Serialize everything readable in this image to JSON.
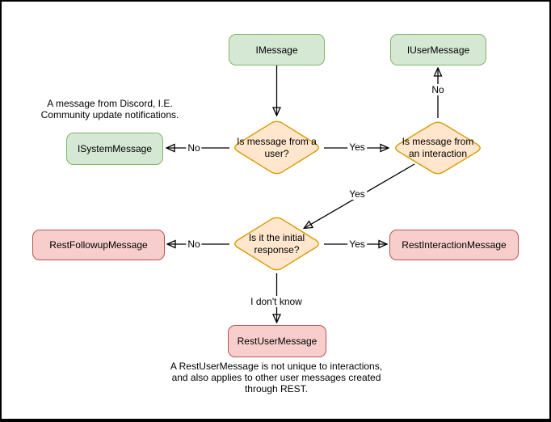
{
  "diagram_type": "flowchart",
  "colors": {
    "canvas_background": "#ffffff",
    "canvas_border": "#000000",
    "class_box_fill": "#d5e8d4",
    "class_box_stroke": "#82b366",
    "decision_fill": "#ffe6cc",
    "decision_stroke": "#d79b00",
    "result_box_fill": "#f8cecc",
    "result_box_stroke": "#b85450",
    "connector": "#000000",
    "text": "#000000"
  },
  "nodes": {
    "imessage": {
      "label": "IMessage",
      "type": "class-box",
      "color": "green"
    },
    "iusermessage": {
      "label": "IUserMessage",
      "type": "class-box",
      "color": "green"
    },
    "isystemmessage": {
      "label": "ISystemMessage",
      "type": "class-box",
      "color": "green"
    },
    "q_is_from_user": {
      "label": "Is message from a user?",
      "type": "decision",
      "color": "orange"
    },
    "q_is_from_interaction": {
      "label": "Is message from an interaction",
      "type": "decision",
      "color": "orange"
    },
    "q_is_initial_response": {
      "label": "Is it the initial response?",
      "type": "decision",
      "color": "orange"
    },
    "restfollowupmessage": {
      "label": "RestFollowupMessage",
      "type": "result-box",
      "color": "red"
    },
    "restinteractionmessage": {
      "label": "RestInteractionMessage",
      "type": "result-box",
      "color": "red"
    },
    "restusermessage": {
      "label": "RestUserMessage",
      "type": "result-box",
      "color": "red"
    }
  },
  "edges": {
    "imessage_to_q_user": {
      "from": "IMessage",
      "to": "Is message from a user?",
      "label": ""
    },
    "q_user_to_isystemmessage": {
      "from": "Is message from a user?",
      "to": "ISystemMessage",
      "label": "No"
    },
    "q_user_to_q_interaction": {
      "from": "Is message from a user?",
      "to": "Is message from an interaction",
      "label": "Yes"
    },
    "q_interaction_to_iusermessage": {
      "from": "Is message from an interaction",
      "to": "IUserMessage",
      "label": "No"
    },
    "q_interaction_to_q_initial": {
      "from": "Is message from an interaction",
      "to": "Is it the initial response?",
      "label": "Yes"
    },
    "q_initial_to_restfollowup": {
      "from": "Is it the initial response?",
      "to": "RestFollowupMessage",
      "label": "No"
    },
    "q_initial_to_restinteraction": {
      "from": "Is it the initial response?",
      "to": "RestInteractionMessage",
      "label": "Yes"
    },
    "q_initial_to_restuser": {
      "from": "Is it the initial response?",
      "to": "RestUserMessage",
      "label": "I don't know"
    }
  },
  "annotations": {
    "discord_note": {
      "lines": [
        "A message from Discord, I.E.",
        "Community update notifications."
      ]
    },
    "restuser_note": {
      "lines": [
        "A RestUserMessage is not unique to interactions,",
        "and also applies to other user messages created",
        "through REST."
      ]
    }
  }
}
